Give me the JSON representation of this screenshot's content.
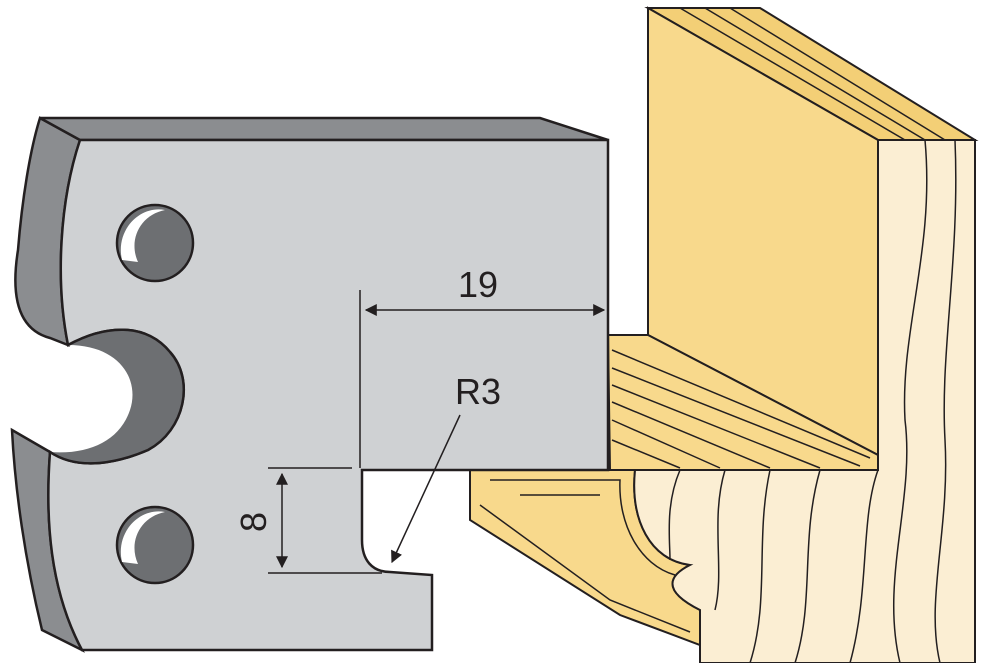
{
  "colors": {
    "cutter_face": "#cfd1d3",
    "cutter_edge": "#8b8d90",
    "cutter_hole_shadow": "#6d6f72",
    "outline": "#231f20",
    "wood_face": "#f8d98c",
    "wood_top": "#f3cf76",
    "wood_end_grain": "#fbeed3",
    "wood_line": "#231f20"
  },
  "dimensions": {
    "width": "19",
    "depth": "8",
    "radius": "R3"
  }
}
